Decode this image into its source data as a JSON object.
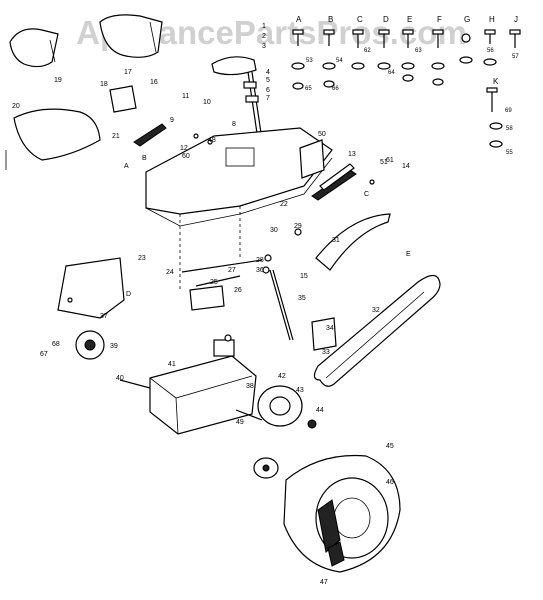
{
  "watermark": "AppliancePartsPros.com",
  "hardware_letters": [
    "A",
    "B",
    "C",
    "D",
    "E",
    "F",
    "G",
    "H",
    "J",
    "K"
  ],
  "hardware_numbers": [
    "53",
    "54",
    "62",
    "63",
    "64",
    "65",
    "66",
    "56",
    "57",
    "69",
    "58",
    "55"
  ],
  "part_labels": [
    "1",
    "2",
    "3",
    "4",
    "5",
    "6",
    "7",
    "8",
    "9",
    "10",
    "11",
    "12",
    "13",
    "14",
    "15",
    "16",
    "17",
    "18",
    "19",
    "20",
    "21",
    "22",
    "23",
    "24",
    "25",
    "26",
    "27",
    "28",
    "29",
    "30",
    "31",
    "32",
    "33",
    "34",
    "35",
    "36",
    "37",
    "38",
    "39",
    "40",
    "41",
    "42",
    "43",
    "44",
    "45",
    "46",
    "47",
    "48",
    "49",
    "50",
    "51",
    "60",
    "61",
    "67",
    "68"
  ],
  "view_letters": [
    "A",
    "B",
    "C",
    "D",
    "E"
  ],
  "colors": {
    "line": "#000000",
    "background": "#ffffff",
    "watermark": "#969696"
  }
}
